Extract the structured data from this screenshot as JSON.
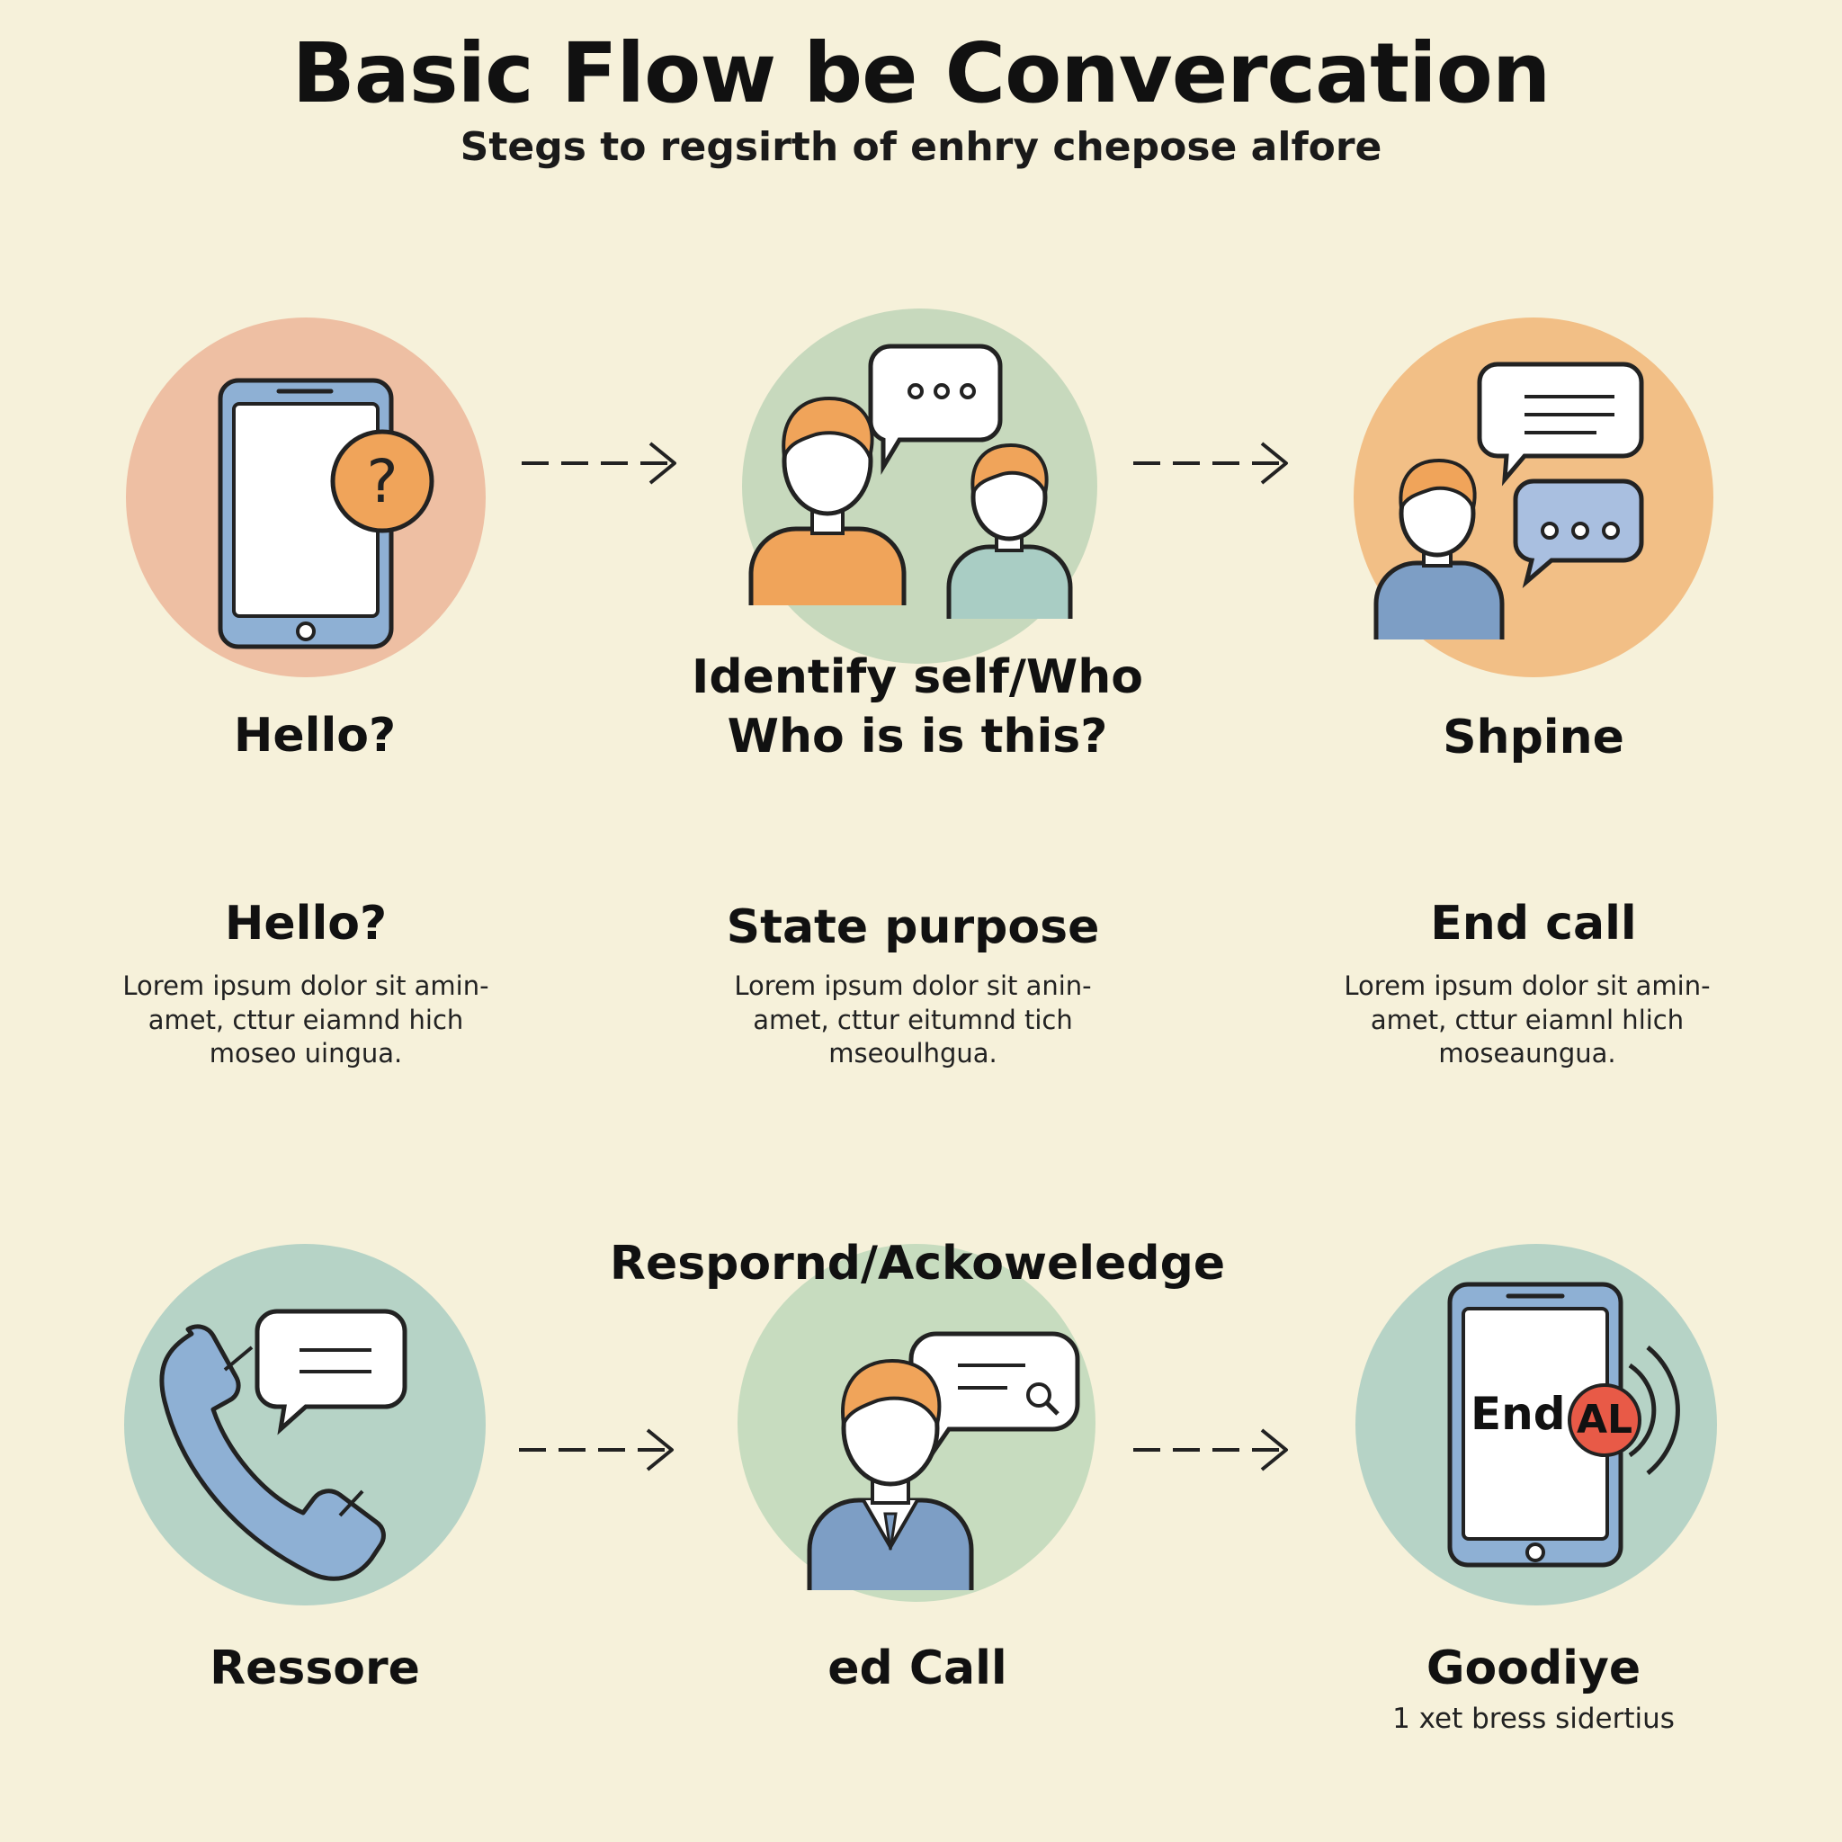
{
  "header": {
    "title": "Basic Flow be Convercation",
    "subtitle": "Stegs to regsirth of enhry chepose alfore"
  },
  "row1": {
    "step1": {
      "label": "Hello?",
      "icon": "phone-question-icon",
      "bg": "#eebfa3"
    },
    "step2": {
      "label_line1": "Identify self/Who",
      "label_line2": "Who is is this?",
      "icon": "two-people-chat-icon",
      "bg": "#c7d9bd"
    },
    "step3": {
      "label": "Shpine",
      "icon": "person-chat-bubbles-icon",
      "bg": "#f2bf86"
    }
  },
  "row2": {
    "col1": {
      "heading": "Hello?",
      "line1": "Lorem ipsum dolor sit amin-",
      "line2": "amet, cttur eiamnd hich",
      "line3": "moseo uingua."
    },
    "col2": {
      "heading": "State purpose",
      "line1": "Lorem ipsum dolor sit anin-",
      "line2": "amet, cttur eitumnd tich",
      "line3": "mseoulhgua."
    },
    "col3": {
      "heading": "End call",
      "line1": "Lorem ipsum dolor sit amin-",
      "line2": "amet, cttur eiamnl hlich",
      "line3": "moseaungua."
    }
  },
  "row3": {
    "heading": "Respornd/Ackoweledge",
    "step1": {
      "label": "Ressore",
      "icon": "handset-chat-icon",
      "bg": "#b6d3c6"
    },
    "step2": {
      "label": "ed Call",
      "icon": "person-search-chat-icon",
      "bg": "#c7dcbf"
    },
    "step3": {
      "label": "Goodiye",
      "footnote": "1 xet bress sidertius",
      "icon": "phone-end-call-icon",
      "bg": "#b6d3c6",
      "screen_text": "End",
      "badge_text": "AL"
    }
  },
  "colors": {
    "background": "#f6f1da",
    "orange": "#f0a45a",
    "blue": "#8eb0d4",
    "teal": "#a9cdc4",
    "red": "#e85a47"
  }
}
